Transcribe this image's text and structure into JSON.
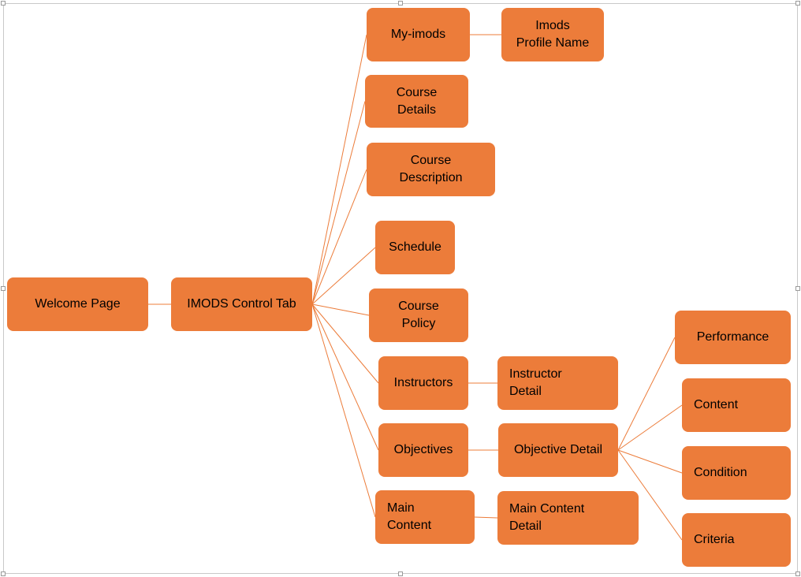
{
  "colors": {
    "node_fill": "#ec7c3a",
    "connector": "#ec7c3a",
    "text": "#000000",
    "background": "#ffffff"
  },
  "nodes": {
    "welcome_page": "Welcome Page",
    "imods_control_tab": "IMODS Control Tab",
    "my_imods": "My-imods",
    "imods_profile_name": "Imods\nProfile Name",
    "course_details": "Course\nDetails",
    "course_description": "Course\nDescription",
    "schedule": "Schedule",
    "course_policy": "Course\nPolicy",
    "instructors": "Instructors",
    "instructor_detail": "Instructor\nDetail",
    "objectives": "Objectives",
    "objective_detail": "Objective Detail",
    "main_content": "Main\nContent",
    "main_content_detail": "Main Content\nDetail",
    "performance": "Performance",
    "content": "Content",
    "condition": "Condition",
    "criteria": "Criteria"
  },
  "edges": [
    [
      "welcome_page",
      "imods_control_tab"
    ],
    [
      "imods_control_tab",
      "my_imods"
    ],
    [
      "imods_control_tab",
      "course_details"
    ],
    [
      "imods_control_tab",
      "course_description"
    ],
    [
      "imods_control_tab",
      "schedule"
    ],
    [
      "imods_control_tab",
      "course_policy"
    ],
    [
      "imods_control_tab",
      "instructors"
    ],
    [
      "imods_control_tab",
      "objectives"
    ],
    [
      "imods_control_tab",
      "main_content"
    ],
    [
      "my_imods",
      "imods_profile_name"
    ],
    [
      "instructors",
      "instructor_detail"
    ],
    [
      "objectives",
      "objective_detail"
    ],
    [
      "main_content",
      "main_content_detail"
    ],
    [
      "objective_detail",
      "performance"
    ],
    [
      "objective_detail",
      "content"
    ],
    [
      "objective_detail",
      "condition"
    ],
    [
      "objective_detail",
      "criteria"
    ]
  ]
}
